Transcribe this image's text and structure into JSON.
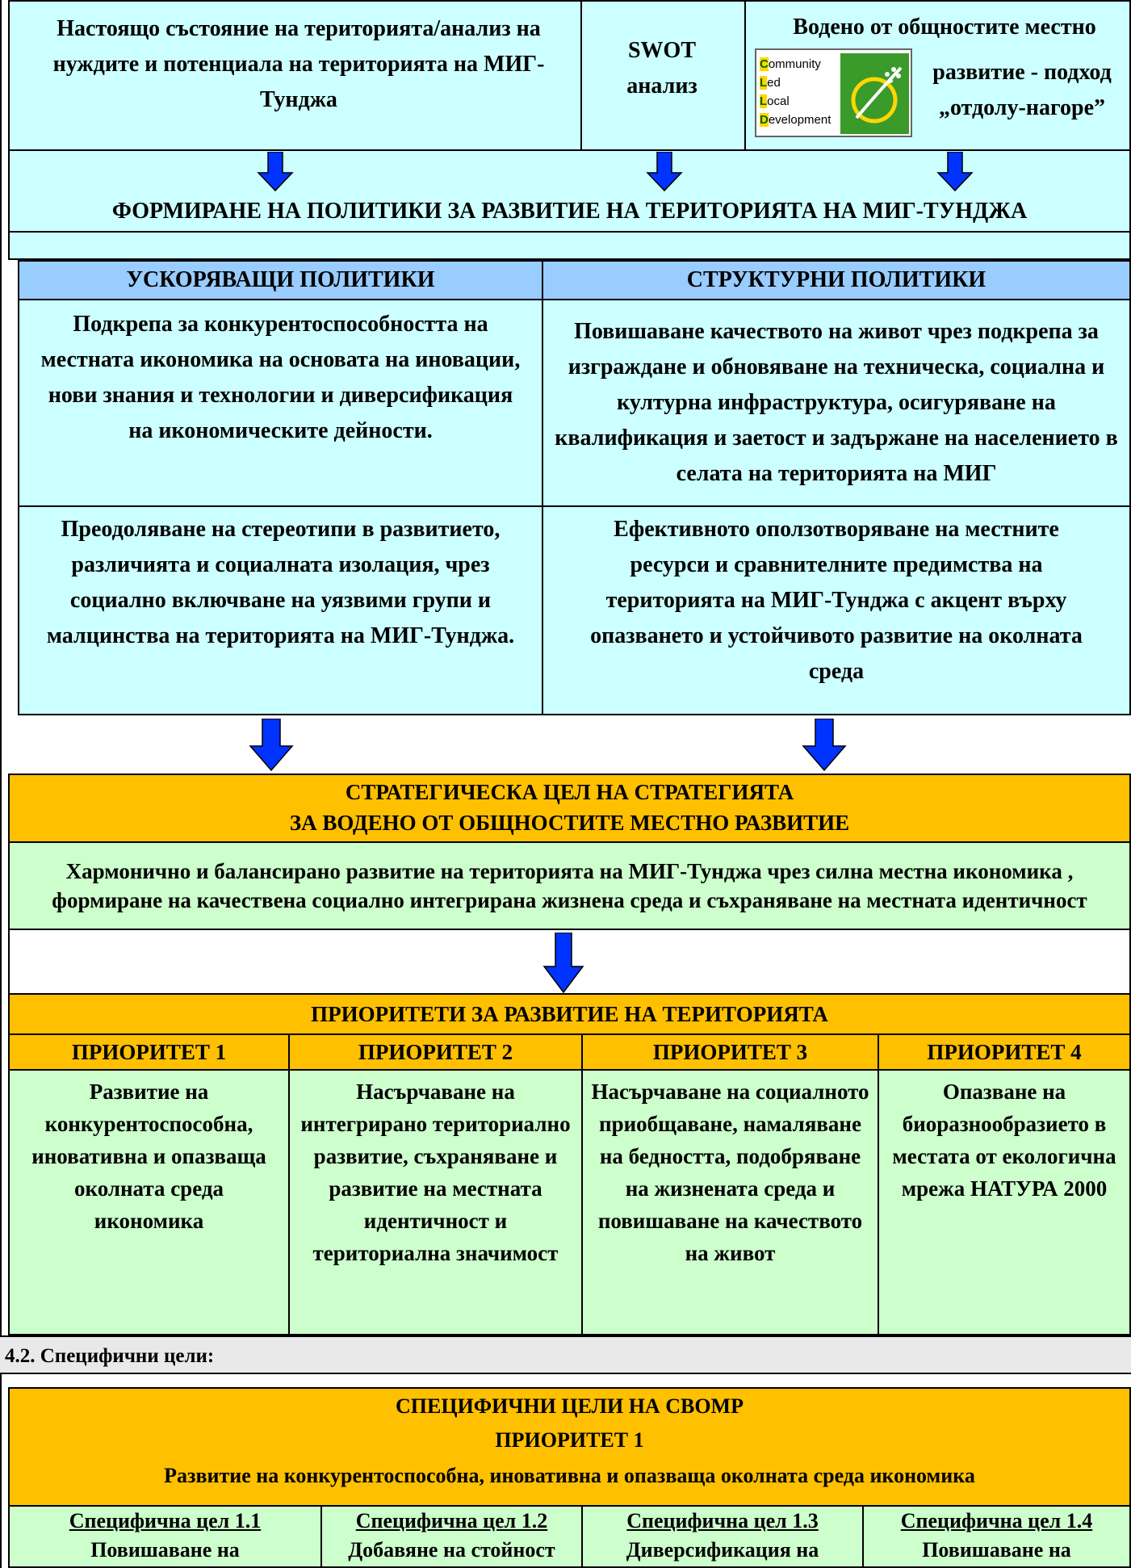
{
  "top": {
    "analysis": "Настоящо състояние на територията/анализ на нуждите  и потенциала на територията на МИГ-Тунджа",
    "swot": "SWOT анализ",
    "clld_text_1": "Водено от общностите местно",
    "clld_text_2": "развитие - подход „отдолу-нагоре”",
    "clld_logo": {
      "lines": [
        {
          "letter": "C",
          "rest": "ommunity"
        },
        {
          "letter": "L",
          "rest": "ed"
        },
        {
          "letter": "L",
          "rest": "ocal"
        },
        {
          "letter": "D",
          "rest": "evelopment"
        }
      ],
      "letter_color": "#ffd700",
      "green": "#3a9a2a"
    }
  },
  "policies": {
    "title": "ФОРМИРАНЕ НА ПОЛИТИКИ ЗА РАЗВИТИЕ НА ТЕРИТОРИЯТА НА МИГ-ТУНДЖА",
    "accelerating_header": "УСКОРЯВАЩИ ПОЛИТИКИ",
    "structural_header": "СТРУКТУРНИ ПОЛИТИКИ",
    "acc_1": "Подкрепа за конкурентоспособността на местната икономика  на основата на иновации, нови знания и технологии и  диверсификация на икономическите дейности.",
    "str_1": "Повишаване качеството на живот чрез подкрепа за  изграждане и обновяване на техническа, социална и културна инфраструктура, осигуряване на квалификация и  заетост  и задържане на населението в селата на територията на МИГ",
    "acc_2": "Преодоляване на стереотипи в развитието, различията и социалната изолация, чрез социално включване на уязвими групи и малцинства на територията на МИГ-Тунджа.",
    "str_2": "Ефективното оползотворяване на  местните ресурси  и сравнителните предимства на територията на МИГ-Тунджа  с акцент върху опазването и  устойчивото развитие на  околната среда"
  },
  "strategic": {
    "title_1": "СТРАТЕГИЧЕСКА ЦЕЛ НА СТРАТЕГИЯТА",
    "title_2": "ЗА ВОДЕНО ОТ ОБЩНОСТИТЕ МЕСТНО РАЗВИТИЕ",
    "text": "Хармонично и  балансирано  развитие на територията  на МИГ-Тунджа чрез силна местна икономика , формиране на качествена социално интегрирана жизнена среда и съхраняване на местната идентичност"
  },
  "priorities": {
    "title": "ПРИОРИТЕТИ ЗА РАЗВИТИЕ НА ТЕРИТОРИЯТА",
    "items": [
      {
        "label": "ПРИОРИТЕТ 1",
        "text": "Развитие на конкурентоспособна, иновативна  и опазваща околната среда икономика"
      },
      {
        "label": "ПРИОРИТЕТ 2",
        "text": "Насърчаване на интегрирано териториално развитие, съхраняване и развитие на местната идентичност и териториална значимост"
      },
      {
        "label": "ПРИОРИТЕТ 3",
        "text": "Насърчаване на социалното приобщаване, намаляване на бедността, подобряване на жизнената среда  и повишаване на качеството на живот"
      },
      {
        "label": "ПРИОРИТЕТ 4",
        "text": "Опазване на биоразнообразието в местата от екологична мрежа НАТУРА 2000"
      }
    ]
  },
  "section": {
    "heading": "4.2. Специфични цели:"
  },
  "specific": {
    "title": "СПЕЦИФИЧНИ ЦЕЛИ НА СВОМР",
    "priority_label": "ПРИОРИТЕТ 1",
    "priority_text": "Развитие на конкурентоспособна, иновативна  и опазваща околната среда икономика",
    "goals": [
      {
        "label": "Специфична цел 1.1",
        "text": "Повишаване на"
      },
      {
        "label": "Специфична цел 1.2",
        "text": "Добавяне на стойност"
      },
      {
        "label": "Специфична цел 1.3",
        "text": "Диверсификация на"
      },
      {
        "label": "Специфична цел 1.4",
        "text": "Повишаване на"
      }
    ]
  },
  "colors": {
    "cyan": "#ccffff",
    "blue_header": "#99ccff",
    "orange": "#ffc000",
    "green": "#ccffcc",
    "arrow": "#0033ff"
  }
}
